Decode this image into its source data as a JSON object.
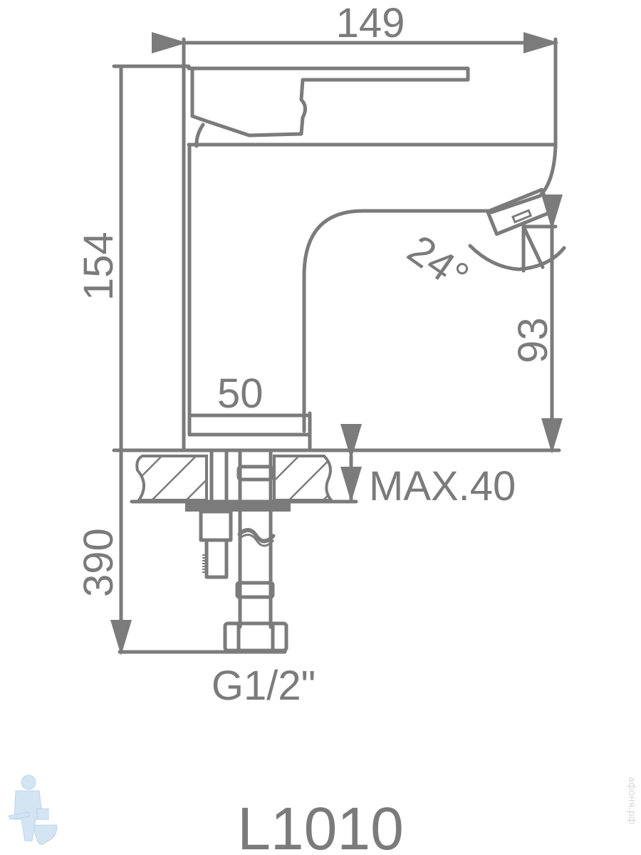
{
  "dimensions": {
    "width": "149",
    "height": "154",
    "spout_height": "93",
    "base_width": "50",
    "counter_max": "MAX.40",
    "hose_length": "390",
    "angle": "24°",
    "connection": "G1/2\""
  },
  "model": "L1010",
  "watermark": "афоня.рф",
  "colors": {
    "line": "#7b7b7b",
    "logo": "#cfe2f3"
  }
}
